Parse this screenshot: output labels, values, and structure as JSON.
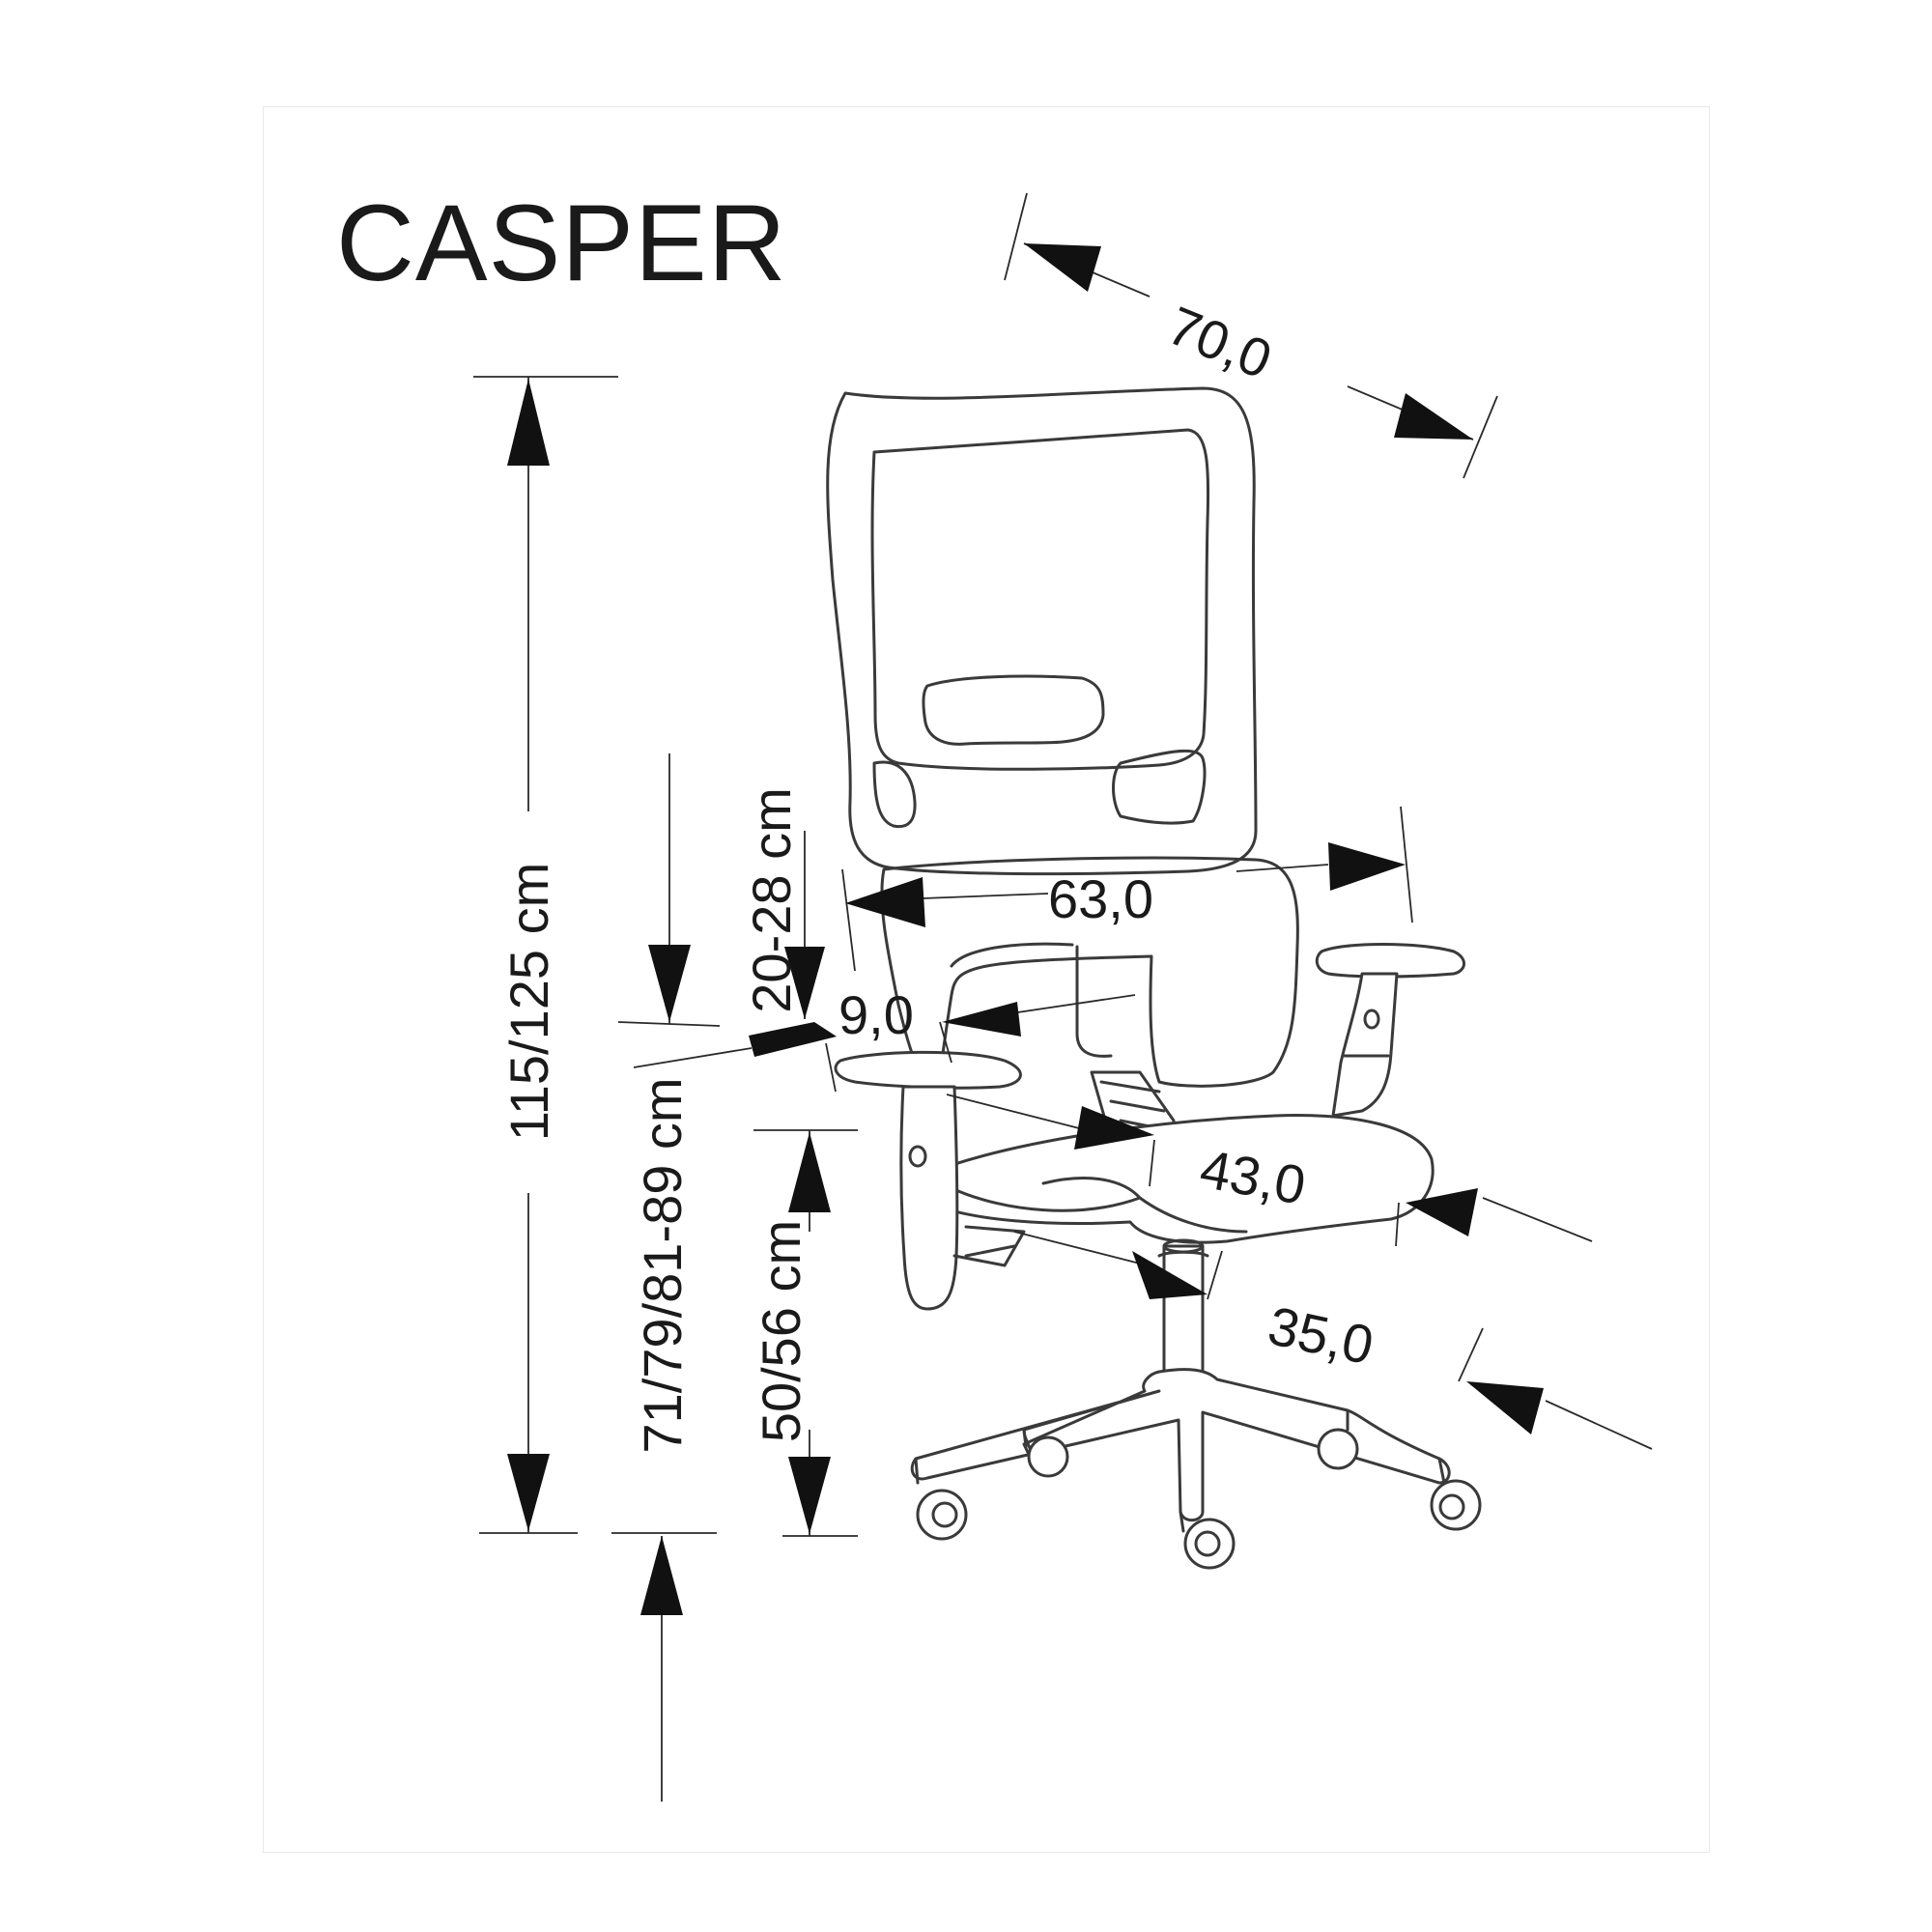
{
  "product": {
    "name": "CASPER"
  },
  "dimensions": {
    "depth_overall": "70,0",
    "width_overall": "63,0",
    "height_total": "115/125 cm",
    "armrest_height": "71/79/81-89 cm",
    "lumbar_range": "20-28 cm",
    "armrest_width": "9,0",
    "seat_height": "50/56 cm",
    "seat_depth": "43,0",
    "seat_width": "35,0"
  },
  "colors": {
    "line": "#3a3a3a",
    "arrow": "#111111",
    "text": "#1a1a1a",
    "frame": "#e9e9e9"
  }
}
